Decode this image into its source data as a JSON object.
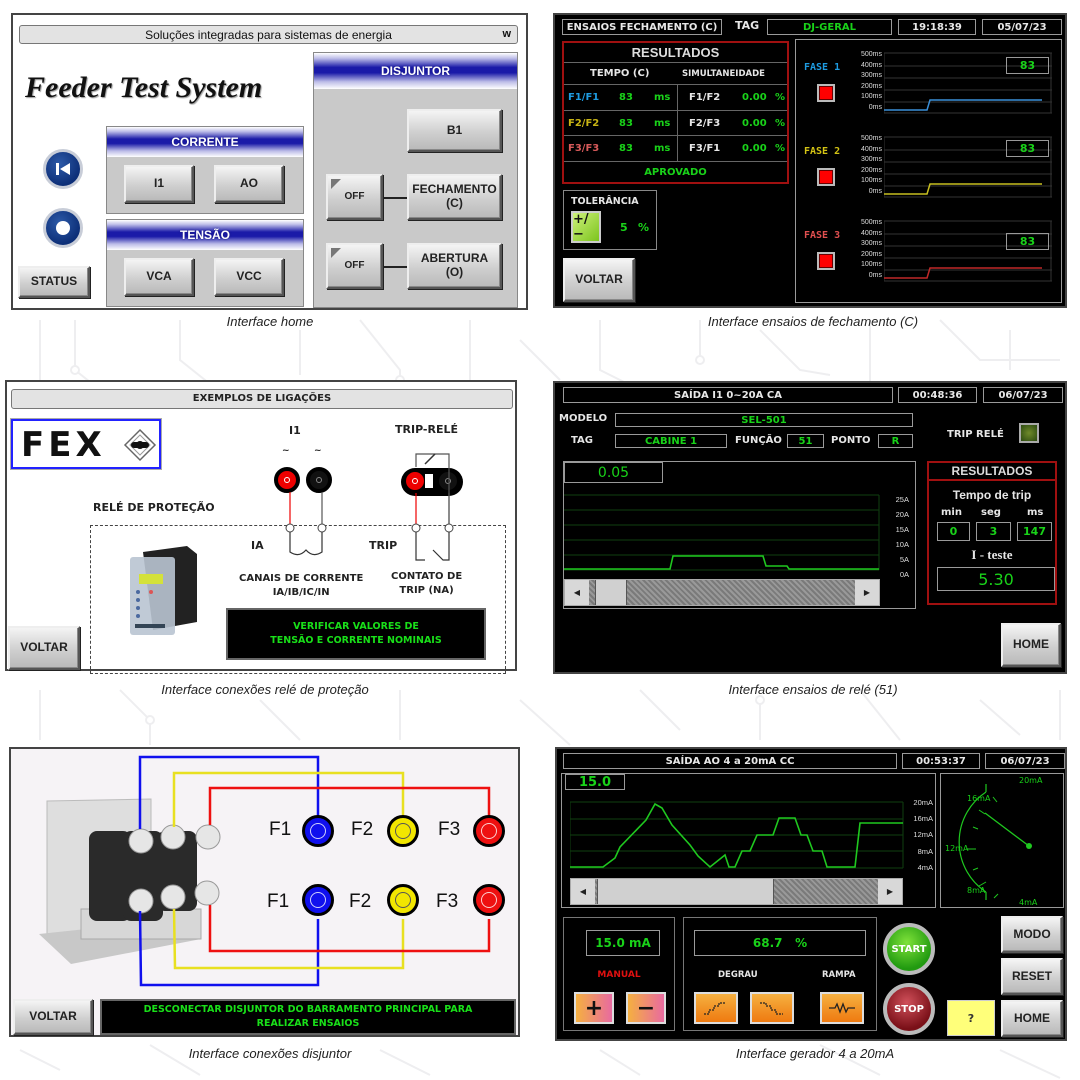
{
  "captions": {
    "home": "Interface home",
    "fechamento": "Interface ensaios de fechamento (C)",
    "rele_conexoes": "Interface conexões relé de proteção",
    "rele_ensaio": "Interface ensaios de relé (51)",
    "disjuntor_conexoes": "Interface conexões disjuntor",
    "gerador": "Interface gerador 4 a 20mA"
  },
  "home": {
    "banner": "Soluções integradas para sistemas de energia",
    "banner_suffix": "w",
    "title": "Feeder Test System",
    "corrente": {
      "header": "CORRENTE",
      "buttons": [
        "I1",
        "AO"
      ]
    },
    "tensao": {
      "header": "TENSÃO",
      "buttons": [
        "VCA",
        "VCC"
      ]
    },
    "disjuntor": {
      "header": "DISJUNTOR",
      "b1": "B1",
      "fechamento": {
        "toggle": "OFF",
        "label_line1": "FECHAMENTO",
        "label_line2": "(C)"
      },
      "abertura": {
        "toggle": "OFF",
        "label_line1": "ABERTURA",
        "label_line2": "(O)"
      }
    },
    "nav_icons": [
      "skip-back-icon",
      "record-icon"
    ],
    "status_button": "STATUS"
  },
  "fechamento": {
    "screen_title": "ENSAIOS FECHAMENTO (C)",
    "tag_label": "TAG",
    "tag_value": "DJ-GERAL",
    "time": "19:18:39",
    "date": "05/07/23",
    "resultados": {
      "title": "RESULTADOS",
      "col_tempo": "TEMPO (C)",
      "col_simult": "SIMULTANEIDADE",
      "rows": [
        {
          "fase": "F1/F1",
          "tempo": "83",
          "unit": "ms",
          "pair": "F1/F2",
          "simult": "0.00",
          "pct": "%",
          "color": "#1e9be0"
        },
        {
          "fase": "F2/F2",
          "tempo": "83",
          "unit": "ms",
          "pair": "F2/F3",
          "simult": "0.00",
          "pct": "%",
          "color": "#c8b414"
        },
        {
          "fase": "F3/F3",
          "tempo": "83",
          "unit": "ms",
          "pair": "F3/F1",
          "simult": "0.00",
          "pct": "%",
          "color": "#d85a5a"
        }
      ],
      "status": "APROVADO"
    },
    "tolerancia": {
      "label": "TOLERÂNCIA",
      "value": "5",
      "unit": "%",
      "icon": "plus-minus-icon"
    },
    "voltar": "VOLTAR",
    "fases": [
      {
        "label": "FASE 1",
        "value": "83",
        "color": "#1e9be0",
        "line": "#3a8fd8"
      },
      {
        "label": "FASE 2",
        "value": "83",
        "color": "#d4c414",
        "line": "#c8c020"
      },
      {
        "label": "FASE 3",
        "value": "83",
        "color": "#e05050",
        "line": "#c02828"
      }
    ],
    "y_ticks": [
      "500ms",
      "400ms",
      "300ms",
      "200ms",
      "100ms",
      "0ms"
    ]
  },
  "rele_conexoes": {
    "header": "EXEMPLOS DE LIGAÇÕES",
    "logo": "FEX",
    "i1_label": "I1",
    "trip_rele_label": "TRIP-RELÉ",
    "tilde": "~",
    "rele_label": "RELÉ DE PROTEÇÃO",
    "ia_label": "IA",
    "trip_label": "TRIP",
    "canais_line1": "CANAIS DE CORRENTE",
    "canais_line2": "IA/IB/IC/IN",
    "contato_line1": "CONTATO DE",
    "contato_line2": "TRIP (NA)",
    "message_line1": "VERIFICAR VALORES DE",
    "message_line2": "TENSÃO E CORRENTE NOMINAIS",
    "voltar": "VOLTAR"
  },
  "rele_ensaio": {
    "screen_title": "SAÍDA I1 0~20A CA",
    "time": "00:48:36",
    "date": "06/07/23",
    "modelo_label": "MODELO",
    "modelo_value": "SEL-501",
    "tag_label": "TAG",
    "tag_value": "CABINE 1",
    "funcao_label": "FUNÇÃO",
    "funcao_value": "51",
    "ponto_label": "PONTO",
    "ponto_value": "R",
    "trip_rele_label": "TRIP RELÉ",
    "current_readout": "0.05",
    "y_ticks": [
      "25A",
      "20A",
      "15A",
      "10A",
      "5A",
      "0A"
    ],
    "resultados": {
      "title": "RESULTADOS",
      "tempo_trip": "Tempo de trip",
      "min_label": "min",
      "seg_label": "seg",
      "ms_label": "ms",
      "min": "0",
      "seg": "3",
      "ms": "147",
      "i_teste_label": "I - teste",
      "i_teste": "5.30"
    },
    "home": "HOME"
  },
  "disjuntor_conexoes": {
    "top_terminals": [
      {
        "label": "F1",
        "color": "#1010ee"
      },
      {
        "label": "F2",
        "color": "#f2e600"
      },
      {
        "label": "F3",
        "color": "#ee1010"
      }
    ],
    "bottom_terminals": [
      {
        "label": "F1",
        "color": "#1010ee"
      },
      {
        "label": "F2",
        "color": "#f2e600"
      },
      {
        "label": "F3",
        "color": "#ee1010"
      }
    ],
    "voltar": "VOLTAR",
    "message_line1": "DESCONECTAR DISJUNTOR DO BARRAMENTO PRINCIPAL PARA",
    "message_line2": "REALIZAR ENSAIOS"
  },
  "gerador": {
    "screen_title": "SAÍDA AO 4 a 20mA CC",
    "time": "00:53:37",
    "date": "06/07/23",
    "readout": "15.0",
    "y_ticks": [
      "20mA",
      "16mA",
      "12mA",
      "8mA",
      "4mA"
    ],
    "gauge_ticks": [
      "20mA",
      "16mA",
      "12mA",
      "8mA",
      "4mA"
    ],
    "manual_value": "15.0",
    "manual_unit": "mA",
    "manual_label": "MANUAL",
    "plus": "+",
    "minus": "−",
    "percent_value": "68.7",
    "percent_unit": "%",
    "degrau_label": "DEGRAU",
    "rampa_label": "RAMPA",
    "start": "START",
    "stop": "STOP",
    "help": "?",
    "modo": "MODO",
    "reset": "RESET",
    "home": "HOME"
  }
}
